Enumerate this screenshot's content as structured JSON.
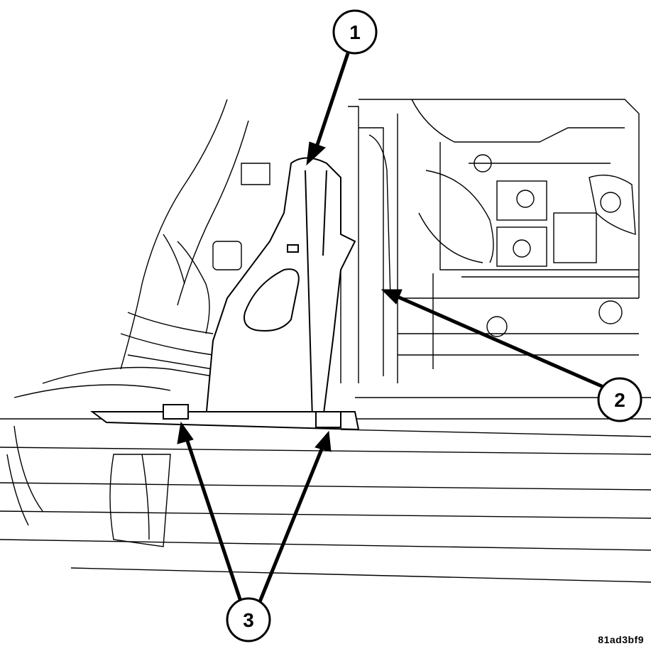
{
  "callouts": [
    {
      "number": "1"
    },
    {
      "number": "2"
    },
    {
      "number": "3"
    }
  ],
  "figure_code": "81ad3bf9",
  "colors": {
    "line": "#000000",
    "background": "#ffffff"
  }
}
